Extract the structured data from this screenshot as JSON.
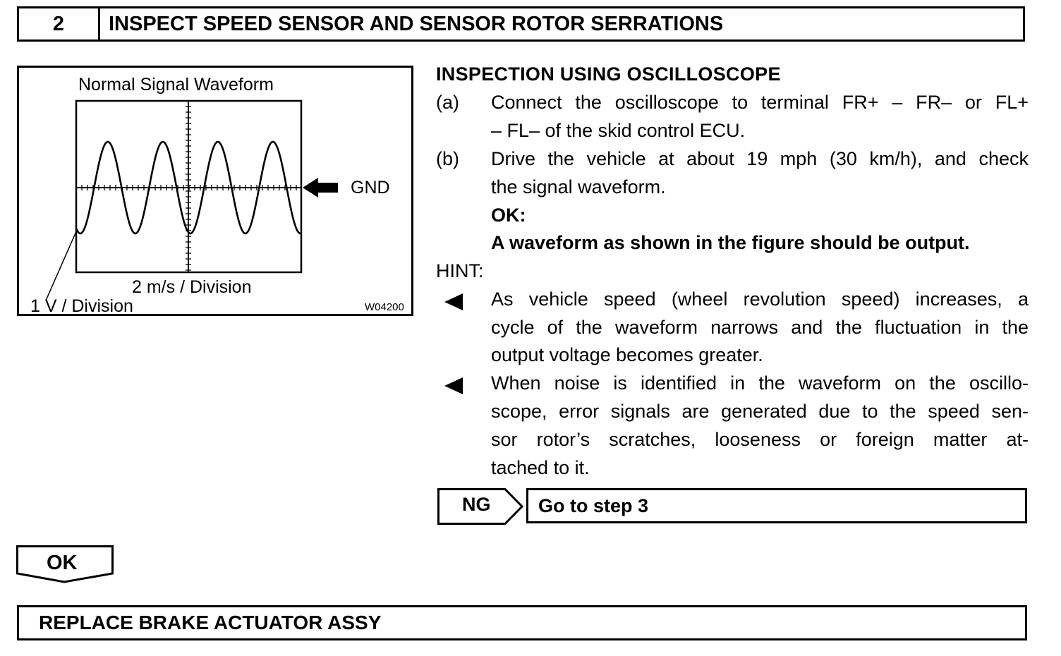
{
  "step": {
    "number": "2",
    "title": "INSPECT SPEED SENSOR AND SENSOR ROTOR SERRATIONS"
  },
  "figure": {
    "title": "Normal Signal Waveform",
    "gnd_label": "GND",
    "time_division": "2 m/s / Division",
    "volt_division": "1 V / Division",
    "code": "W04200"
  },
  "inspection": {
    "heading": "INSPECTION USING OSCILLOSCOPE",
    "steps": [
      {
        "marker": "(a)",
        "lines": [
          "Connect the oscilloscope to terminal FR+ – FR– or FL+",
          "– FL– of the skid control ECU."
        ]
      },
      {
        "marker": "(b)",
        "lines": [
          "Drive the vehicle at about 19 mph (30 km/h), and check",
          "the signal waveform."
        ]
      }
    ],
    "ok_label": "OK:",
    "ok_text": "A waveform as shown in the figure should be output.",
    "hint_label": "HINT:",
    "hints": [
      [
        "As vehicle speed (wheel revolution speed) increases, a",
        "cycle of the waveform narrows and the fluctuation in the",
        "output voltage becomes greater."
      ],
      [
        "When noise is identified in the waveform on the oscillo-",
        "scope, error signals are generated due to the speed sen-",
        "sor rotor’s scratches, looseness or foreign matter at-",
        "tached to it."
      ]
    ]
  },
  "ng": {
    "label": "NG",
    "text": "Go to step 3"
  },
  "ok": {
    "label": "OK"
  },
  "action": {
    "text": "REPLACE BRAKE ACTUATOR ASSY"
  }
}
